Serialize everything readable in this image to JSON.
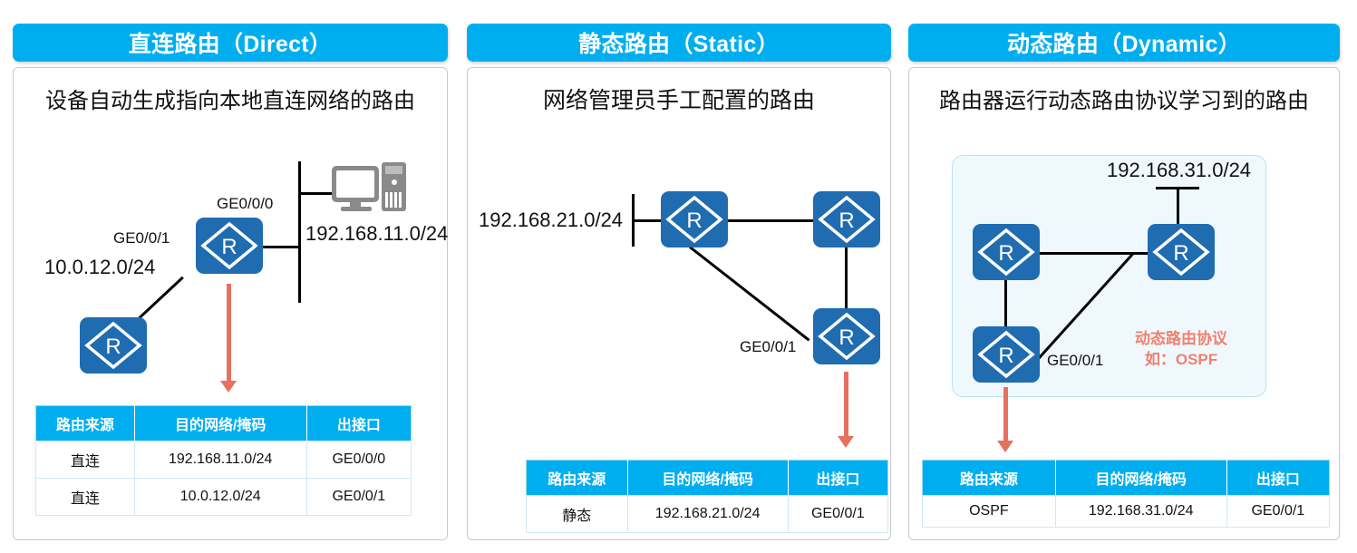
{
  "panels": [
    {
      "header": "直连路由（Direct）",
      "subtitle": "设备自动生成指向本地直连网络的路由",
      "labels": {
        "iface_top": "GE0/0/0",
        "iface_left": "GE0/0/1",
        "net_left": "10.0.12.0/24",
        "net_right": "192.168.11.0/24"
      },
      "table": {
        "headers": [
          "路由来源",
          "目的网络/掩码",
          "出接口"
        ],
        "rows": [
          [
            "直连",
            "192.168.11.0/24",
            "GE0/0/0"
          ],
          [
            "直连",
            "10.0.12.0/24",
            "GE0/0/1"
          ]
        ]
      }
    },
    {
      "header": "静态路由（Static）",
      "subtitle": "网络管理员手工配置的路由",
      "labels": {
        "net_left": "192.168.21.0/24",
        "iface_bottom": "GE0/0/1"
      },
      "table": {
        "headers": [
          "路由来源",
          "目的网络/掩码",
          "出接口"
        ],
        "rows": [
          [
            "静态",
            "192.168.21.0/24",
            "GE0/0/1"
          ]
        ]
      }
    },
    {
      "header": "动态路由（Dynamic）",
      "subtitle": "路由器运行动态路由协议学习到的路由",
      "labels": {
        "net_top": "192.168.31.0/24",
        "iface_bottom": "GE0/0/1",
        "protocol_note_line1": "动态路由协议",
        "protocol_note_line2": "如：OSPF"
      },
      "table": {
        "headers": [
          "路由来源",
          "目的网络/掩码",
          "出接口"
        ],
        "rows": [
          [
            "OSPF",
            "192.168.31.0/24",
            "GE0/0/1"
          ]
        ]
      }
    }
  ],
  "icons": {
    "router": "router-icon",
    "pc": "computer-icon",
    "arrow": "down-arrow-icon"
  },
  "colors": {
    "header_blue": "#00AEEF",
    "router_blue": "#1F6CB0",
    "arrow_red": "#E8705F",
    "note_red": "#F0806F",
    "cloud_bg": "#EFF8FD"
  }
}
